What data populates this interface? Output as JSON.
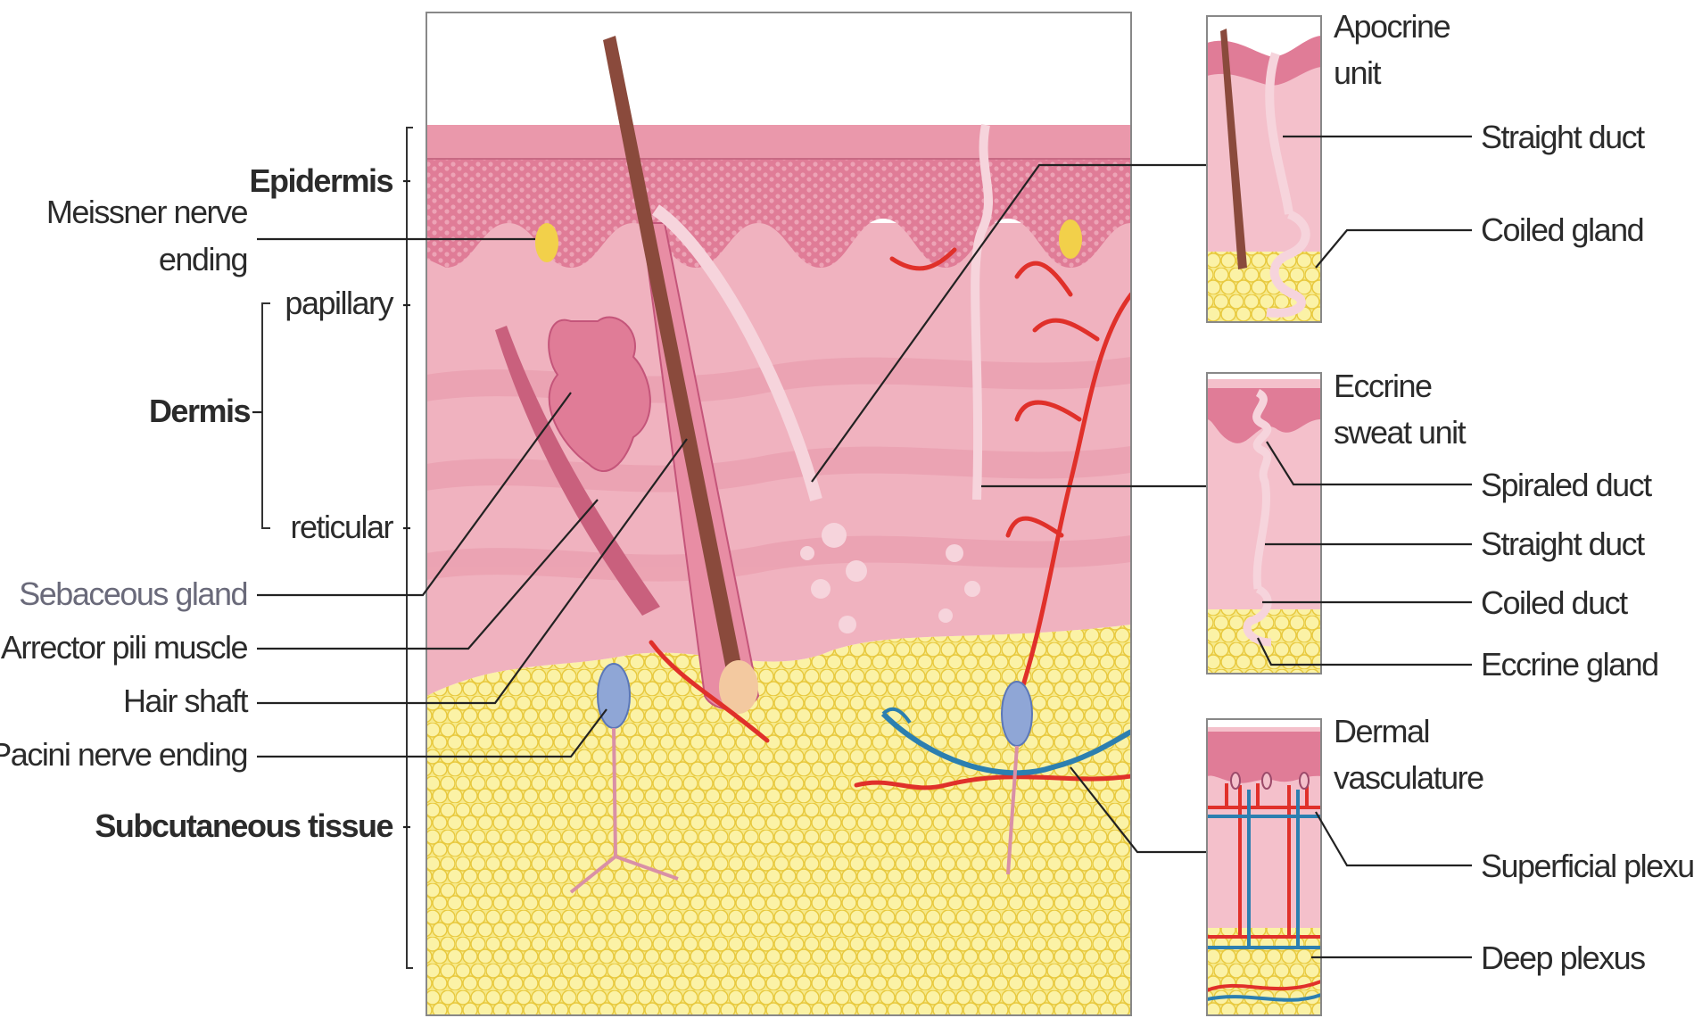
{
  "left_labels": {
    "epidermis": "Epidermis",
    "meissner_line1": "Meissner nerve",
    "meissner_line2": "ending",
    "papillary": "papillary",
    "dermis": "Dermis",
    "reticular": "reticular",
    "sebaceous_gland": "Sebaceous gland",
    "arrector_pili": "Arrector pili muscle",
    "hair_shaft": "Hair shaft",
    "pacini": "Pacini nerve ending",
    "subcutaneous": "Subcutaneous tissue"
  },
  "apocrine": {
    "title_line1": "Apocrine",
    "title_line2": "unit",
    "straight_duct": "Straight duct",
    "coiled_gland": "Coiled gland"
  },
  "eccrine": {
    "title_line1": "Eccrine",
    "title_line2": "sweat unit",
    "spiraled_duct": "Spiraled duct",
    "straight_duct": "Straight duct",
    "coiled_duct": "Coiled duct",
    "eccrine_gland": "Eccrine gland"
  },
  "dermal": {
    "title_line1": "Dermal",
    "title_line2": "vasculature",
    "superficial_plexus": "Superficial plexus",
    "deep_plexus": "Deep plexus"
  },
  "colors": {
    "epidermis": "#e2879f",
    "dermis": "#f0b3be",
    "fat": "#f4e36e",
    "hair": "#8a4a3c",
    "artery": "#e0302a",
    "vein": "#2c7fb0"
  }
}
